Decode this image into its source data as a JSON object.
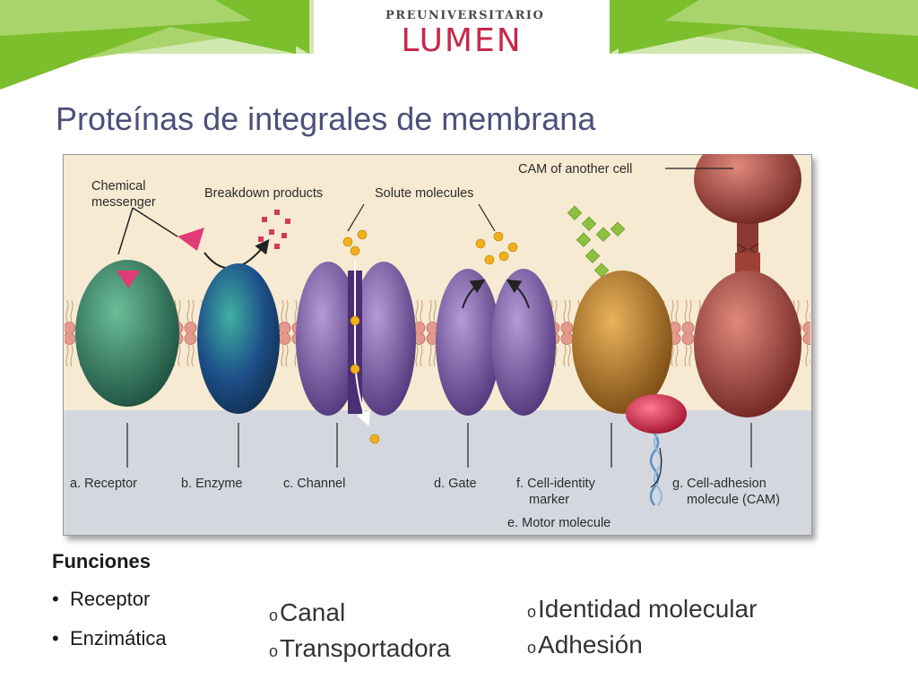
{
  "logo": {
    "small": "PREUNIVERSITARIO",
    "big": "LUMEN"
  },
  "title": "Proteínas de integrales de membrana",
  "diagram": {
    "labels": {
      "chemical_messenger": [
        "Chemical",
        "messenger"
      ],
      "breakdown_products": "Breakdown products",
      "solute_molecules": "Solute molecules",
      "cam_another_cell": "CAM of another cell",
      "receptor": "a. Receptor",
      "enzyme": "b. Enzyme",
      "channel": "c. Channel",
      "gate": "d. Gate",
      "cell_identity": [
        "f. Cell-identity",
        "marker"
      ],
      "cell_adhesion": [
        "g. Cell-adhesion",
        "molecule (CAM)"
      ],
      "motor_molecule": "e. Motor molecule"
    },
    "colors": {
      "background": "#f6ead2",
      "cytoplasm": "#d4d8de",
      "lipid_head": "#e39a8c",
      "receptor": "#2f7d62",
      "enzyme": "#1f6a86",
      "channel": "#7a5a9e",
      "marker": "#b77a2c",
      "cam": "#b4504a",
      "motor": "#d82d4e",
      "solute": "#f2b01c",
      "carbohydrate": "#8cc040"
    }
  },
  "functions": {
    "heading": "Funciones",
    "bullet_symbol": "•",
    "left": [
      "Receptor",
      "Enzimática"
    ],
    "middle": [
      "Canal",
      "Transportadora"
    ],
    "right": [
      "Identidad molecular",
      "Adhesión"
    ],
    "o_marker": "o"
  },
  "banner_colors": {
    "green_dark": "#7bbf2c",
    "green_light": "#a9d46b",
    "green_pale": "#d2e8b1"
  }
}
